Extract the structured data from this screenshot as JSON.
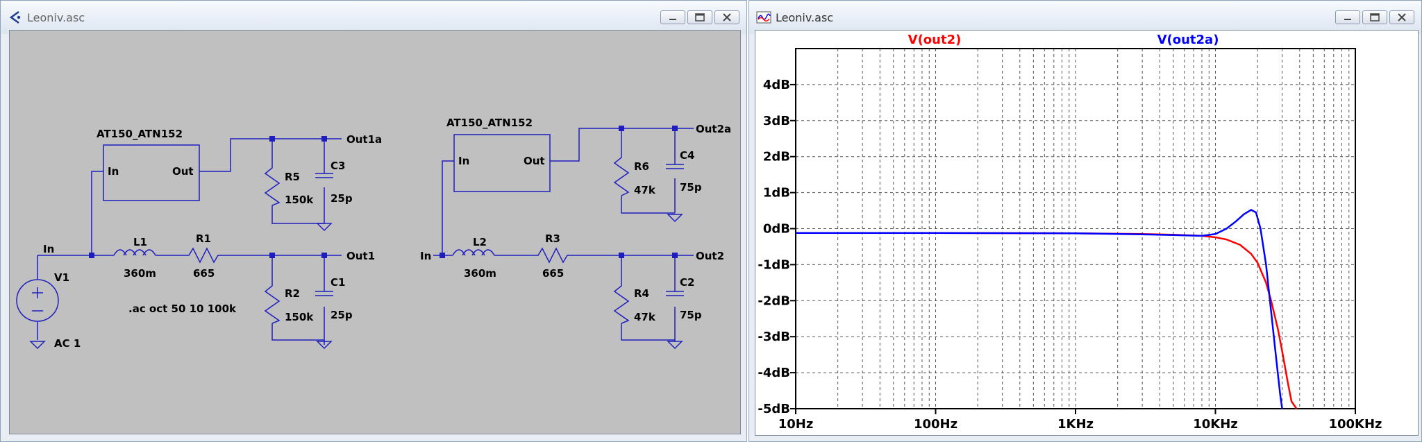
{
  "schematic_window": {
    "title": "Leoniv.asc",
    "icon": "ltspice-schematic-icon",
    "controls": [
      "minimize-icon",
      "maximize-icon",
      "close-icon"
    ]
  },
  "plot_window": {
    "title": "Leoniv.asc",
    "icon": "waveform-icon",
    "controls": [
      "minimize-icon",
      "maximize-icon",
      "close-icon"
    ]
  },
  "schematic": {
    "colors": {
      "wire": "#1e1ebe",
      "background": "#c0c0c0",
      "text": "#000000"
    },
    "circuit1": {
      "block_name": "AT150_ATN152",
      "pin_in": "In",
      "pin_out": "Out",
      "input_net": "In",
      "source_name": "V1",
      "source_value": "AC 1",
      "l_name": "L1",
      "l_value": "360m",
      "r_name": "R1",
      "r_value": "665",
      "r_load_name": "R2",
      "r_load_value": "150k",
      "c_load_name": "C1",
      "c_load_value": "25p",
      "out_label": "Out1",
      "ra_name": "R5",
      "ra_value": "150k",
      "ca_name": "C3",
      "ca_value": "25p",
      "outa_label": "Out1a",
      "directive": ".ac oct 50 10 100k"
    },
    "circuit2": {
      "block_name": "AT150_ATN152",
      "pin_in": "In",
      "pin_out": "Out",
      "input_net": "In",
      "l_name": "L2",
      "l_value": "360m",
      "r_name": "R3",
      "r_value": "665",
      "r_load_name": "R4",
      "r_load_value": "47k",
      "c_load_name": "C2",
      "c_load_value": "75p",
      "out_label": "Out2",
      "ra_name": "R6",
      "ra_value": "47k",
      "ca_name": "C4",
      "ca_value": "75p",
      "outa_label": "Out2a"
    }
  },
  "chart_data": {
    "type": "line",
    "title": "",
    "xlabel": "",
    "ylabel": "",
    "x_scale": "log",
    "xlim": [
      10,
      100000
    ],
    "ylim": [
      -5,
      5
    ],
    "x_ticks": [
      "10Hz",
      "100Hz",
      "1KHz",
      "10KHz",
      "100KHz"
    ],
    "y_ticks": [
      "4dB",
      "3dB",
      "2dB",
      "1dB",
      "0dB",
      "-1dB",
      "-2dB",
      "-3dB",
      "-4dB",
      "-5dB"
    ],
    "y_tick_values": [
      4,
      3,
      2,
      1,
      0,
      -1,
      -2,
      -3,
      -4,
      -5
    ],
    "grid": true,
    "legend": "top",
    "series": [
      {
        "name": "V(out2)",
        "color": "#ff0000",
        "x": [
          10,
          100,
          1000,
          3000,
          5000,
          8000,
          10000,
          12000,
          15000,
          18000,
          20000,
          23000,
          25000,
          28000,
          30000,
          33000,
          35000,
          38000
        ],
        "y": [
          -0.12,
          -0.12,
          -0.13,
          -0.15,
          -0.17,
          -0.2,
          -0.24,
          -0.3,
          -0.45,
          -0.7,
          -0.95,
          -1.5,
          -2.0,
          -2.8,
          -3.4,
          -4.3,
          -4.8,
          -5.0
        ]
      },
      {
        "name": "V(out2a)",
        "color": "#0000ff",
        "x": [
          10,
          100,
          1000,
          3000,
          5000,
          8000,
          10000,
          12000,
          14000,
          16000,
          18000,
          19500,
          21000,
          23000,
          25000,
          27000,
          29000,
          30000
        ],
        "y": [
          -0.12,
          -0.12,
          -0.13,
          -0.16,
          -0.18,
          -0.2,
          -0.15,
          0.0,
          0.2,
          0.4,
          0.52,
          0.45,
          0.0,
          -1.0,
          -2.3,
          -3.5,
          -4.6,
          -5.0
        ]
      }
    ]
  }
}
